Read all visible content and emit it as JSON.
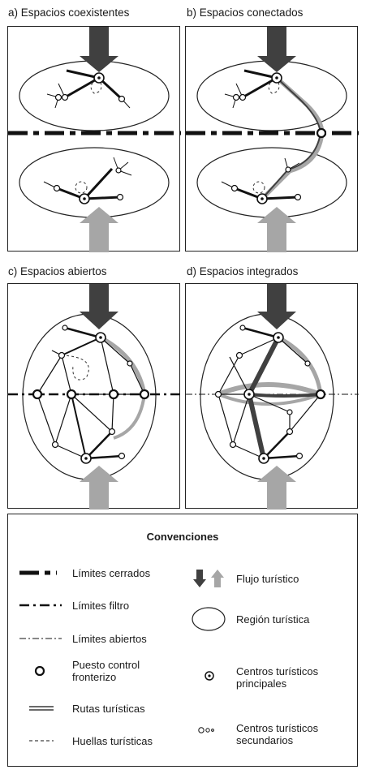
{
  "panels": [
    {
      "id": "a",
      "title": "a) Espacios coexistentes"
    },
    {
      "id": "b",
      "title": "b) Espacios conectados"
    },
    {
      "id": "c",
      "title": "c) Espacios abiertos"
    },
    {
      "id": "d",
      "title": "d) Espacios integrados"
    }
  ],
  "legend": {
    "title": "Convenciones",
    "items": {
      "closed_limits": "Límites cerrados",
      "filter_limits": "Límites filtro",
      "open_limits": "Límites abiertos",
      "border_post": [
        "Puesto control",
        "fronterizo"
      ],
      "tourist_routes": "Rutas turísticas",
      "tourist_trails": "Huellas turísticas",
      "tourist_flow": "Flujo turístico",
      "tourist_region": "Región turística",
      "main_centers": [
        "Centros turísticos",
        "principales"
      ],
      "secondary_centers": [
        "Centros turísticos",
        "secundarios"
      ]
    }
  },
  "colors": {
    "dark_arrow": "#404040",
    "light_arrow": "#a6a6a6",
    "line": "#1a1a1a"
  },
  "icons": [
    "dark-flow-arrow",
    "light-flow-arrow",
    "main-center-icon",
    "secondary-center-icon",
    "border-post-icon"
  ]
}
